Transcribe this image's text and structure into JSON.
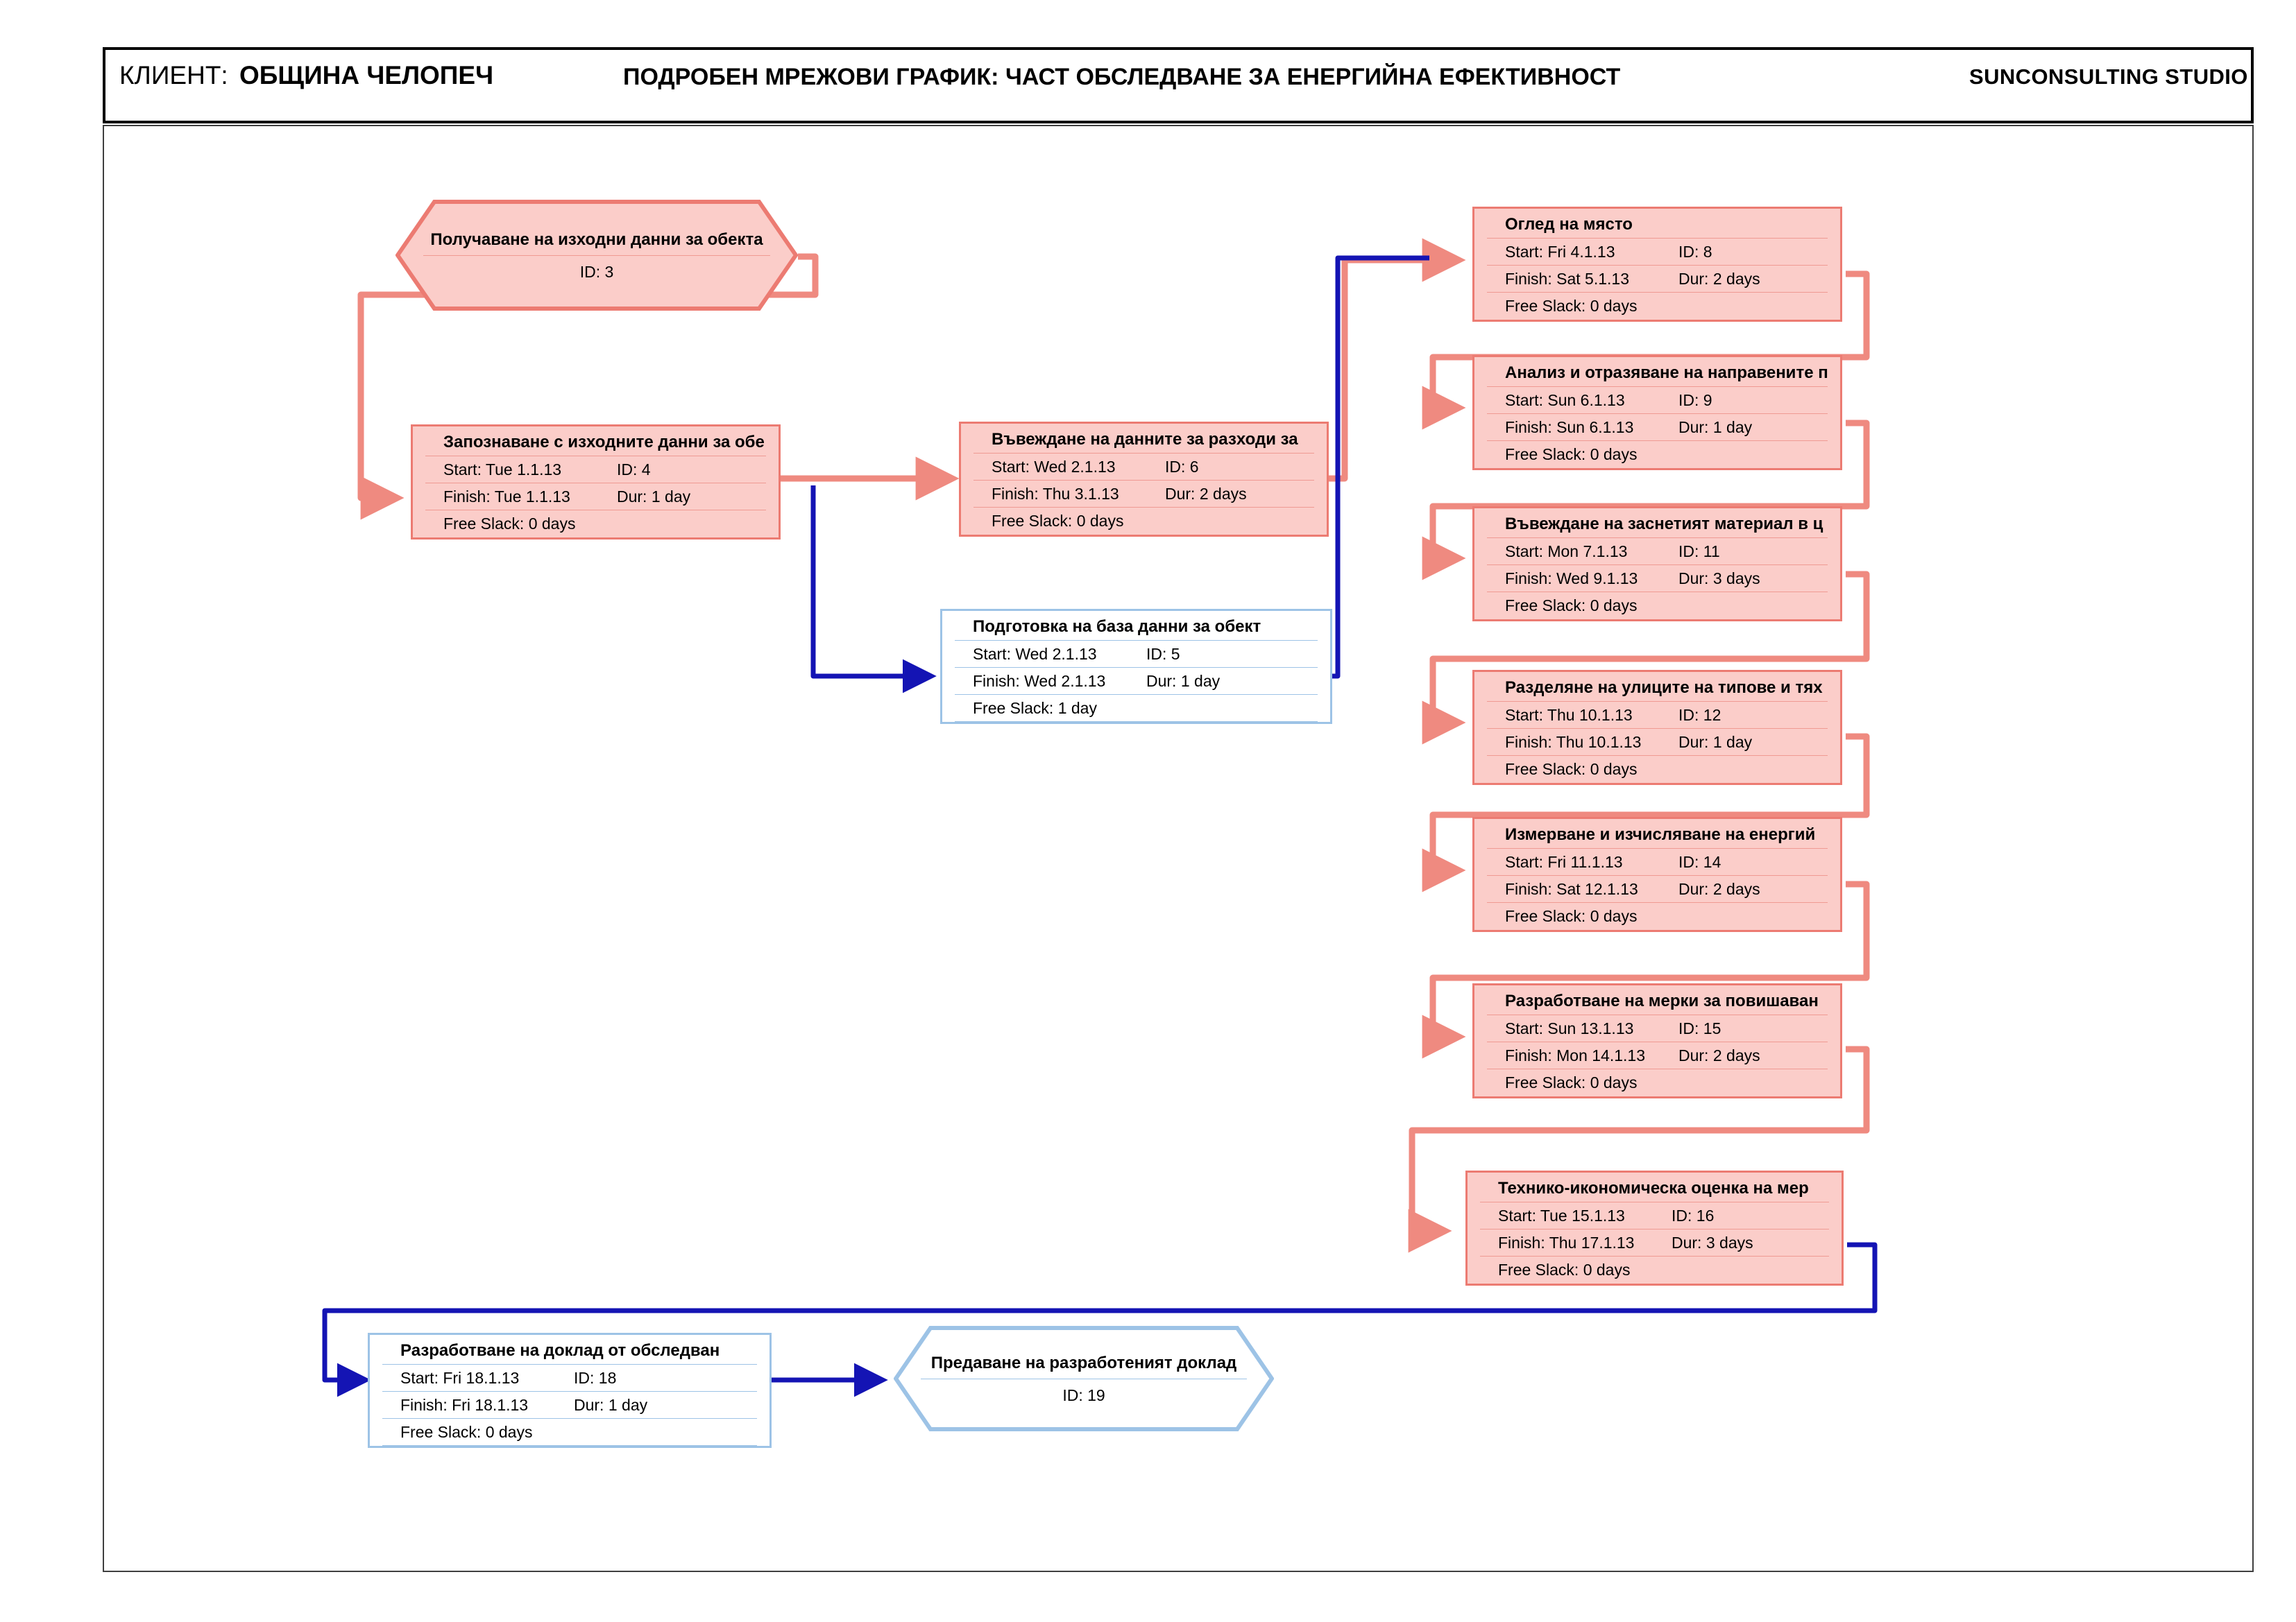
{
  "header": {
    "client_label": "КЛИЕНТ:",
    "client_name": "ОБЩИНА ЧЕЛОПЕЧ",
    "title": "ПОДРОБЕН МРЕЖОВИ ГРАФИК: ЧАСТ ОБСЛЕДВАНЕ ЗА ЕНЕРГИЙНА ЕФЕКТИВНОСТ",
    "studio": "SUNCONSULTING STUDIO"
  },
  "colors": {
    "critical_fill": "#fbcdc9",
    "critical_border": "#ec7b72",
    "noncritical_border": "#9dc3e6",
    "noncritical_fill": "#ffffff",
    "critical_link": "#ef8a80",
    "noncritical_link": "#1414b4",
    "frame": "#3f3f3f"
  },
  "labels": {
    "start": "Start:",
    "finish": "Finish:",
    "id": "ID:",
    "dur": "Dur:",
    "free_slack": "Free Slack:"
  },
  "nodes": {
    "m3": {
      "title": "Получаване на изходни данни за обекта",
      "id_text": "ID: 3",
      "type": "milestone",
      "critical": true
    },
    "t4": {
      "title": "Запознаване с изходните данни за обе",
      "start": "Start:  Tue 1.1.13",
      "id": "ID:  4",
      "finish": "Finish: Tue 1.1.13",
      "dur": "Dur: 1 day",
      "slack": "Free Slack: 0 days",
      "type": "task",
      "critical": true
    },
    "t6": {
      "title": "Въвеждане на данните за разходи за ",
      "start": "Start:  Wed 2.1.13",
      "id": "ID:  6",
      "finish": "Finish: Thu 3.1.13",
      "dur": "Dur: 2 days",
      "slack": "Free Slack: 0 days",
      "type": "task",
      "critical": true
    },
    "t5": {
      "title": "Подготовка на база данни за обект",
      "start": "Start:  Wed 2.1.13",
      "id": "ID:  5",
      "finish": "Finish: Wed 2.1.13",
      "dur": "Dur: 1 day",
      "slack": "Free Slack: 1 day",
      "type": "task",
      "critical": false
    },
    "t8": {
      "title": "Оглед на място",
      "start": "Start:  Fri 4.1.13",
      "id": "ID:  8",
      "finish": "Finish: Sat 5.1.13",
      "dur": "Dur: 2 days",
      "slack": "Free Slack: 0 days",
      "type": "task",
      "critical": true
    },
    "t9": {
      "title": "Анализ и отразяване на направените п",
      "start": "Start:  Sun 6.1.13",
      "id": "ID:  9",
      "finish": "Finish: Sun 6.1.13",
      "dur": "Dur: 1 day",
      "slack": "Free Slack: 0 days",
      "type": "task",
      "critical": true
    },
    "t11": {
      "title": "Въвеждане на заснетият материал в ц",
      "start": "Start:  Mon 7.1.13",
      "id": "ID:  11",
      "finish": "Finish: Wed 9.1.13",
      "dur": "Dur: 3 days",
      "slack": "Free Slack: 0 days",
      "type": "task",
      "critical": true
    },
    "t12": {
      "title": "Разделяне на улиците на типове и тях",
      "start": "Start:  Thu 10.1.13",
      "id": "ID:  12",
      "finish": "Finish: Thu 10.1.13",
      "dur": "Dur: 1 day",
      "slack": "Free Slack: 0 days",
      "type": "task",
      "critical": true
    },
    "t14": {
      "title": "Измерване и изчисляване на енергий",
      "start": "Start: Fri 11.1.13",
      "id": "ID:  14",
      "finish": "Finish: Sat 12.1.13",
      "dur": "Dur: 2 days",
      "slack": "Free Slack: 0 days",
      "type": "task",
      "critical": true
    },
    "t15": {
      "title": "Разработване на мерки за повишаван",
      "start": "Start: Sun 13.1.13",
      "id": "ID:  15",
      "finish": "Finish: Mon 14.1.13",
      "dur": "Dur: 2 days",
      "slack": "Free Slack: 0 days",
      "type": "task",
      "critical": true
    },
    "t16": {
      "title": "Технико-икономическа оценка на мер",
      "start": "Start: Tue 15.1.13",
      "id": "ID:  16",
      "finish": "Finish: Thu 17.1.13",
      "dur": "Dur: 3 days",
      "slack": "Free Slack: 0 days",
      "type": "task",
      "critical": true
    },
    "t18": {
      "title": "Разработване на доклад от обследван",
      "start": "Start: Fri 18.1.13",
      "id": "ID:  18",
      "finish": "Finish: Fri 18.1.13",
      "dur": "Dur: 1 day",
      "slack": "Free Slack: 0 days",
      "type": "task",
      "critical": false
    },
    "m19": {
      "title": "Предаване на разработеният доклад",
      "id_text": "ID: 19",
      "type": "milestone",
      "critical": false
    }
  }
}
